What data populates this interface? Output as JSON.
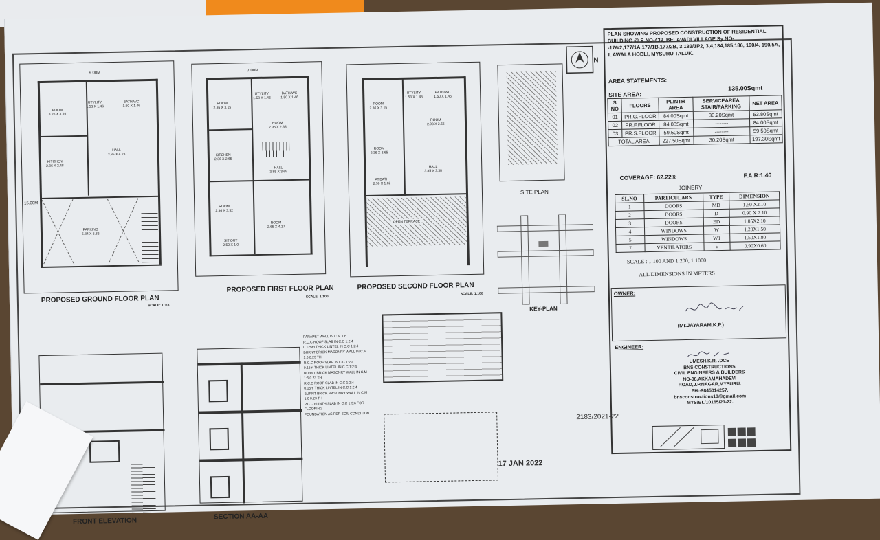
{
  "sheet": {
    "title_block": {
      "heading": "PLAN SHOWING PROPOSED CONSTRUCTION OF RESIDENTIAL BUILDING @ S NO-439, BELAVADI VILLAGE Sy NO--176/2,177/1A,177/1B,177/2B, 3,183/1P2, 3,4,184,185,186, 190/4, 190/5A, ILAWALA HOBLI, MYSURU TALUK.",
      "area_statements": "AREA STATEMENTS:",
      "site_area_label": "SITE AREA:",
      "site_area_value": "135.00Sqmt",
      "area_headers": [
        "S NO",
        "FLOORS",
        "PLINTH AREA",
        "SERVICEAREA STAIR/PARKING",
        "NET AREA"
      ],
      "area_rows": [
        [
          "01",
          "PR.G.FLOOR",
          "84.00Sqmt",
          "30.20Sqmt",
          "53.80Sqmt"
        ],
        [
          "02",
          "PR.F.FLOOR",
          "84.00Sqmt",
          "--------",
          "84.00Sqmt"
        ],
        [
          "03",
          "PR.S.FLOOR",
          "59.50Sqmt",
          "--------",
          "59.50Sqmt"
        ]
      ],
      "total_row": [
        "TOTAL AREA",
        "227.50Sqmt",
        "30.20Sqmt",
        "197.30Sqmt"
      ],
      "coverage": "COVERAGE: 62.22%",
      "far": "F.A.R:1.46",
      "joinery_title": "JOINERY",
      "joinery_headers": [
        "SL.NO",
        "PARTICULARS",
        "TYPE",
        "DIMENSION"
      ],
      "joinery_rows": [
        [
          "1",
          "DOORS",
          "MD",
          "1.50 X2.10"
        ],
        [
          "2",
          "DOORS",
          "D",
          "0.90 X 2.10"
        ],
        [
          "3",
          "DOORS",
          "ED",
          "1.05X2.10"
        ],
        [
          "4",
          "WINDOWS",
          "W",
          "1.20X1.50"
        ],
        [
          "5",
          "WINDOWS",
          "W1",
          "1.50X1.80"
        ],
        [
          "7",
          "VENTILATORS",
          "V",
          "0.90X0.60"
        ]
      ],
      "scale": "SCALE   : 1:100 AND 1:200, 1:1000",
      "dimensions_note": "ALL DIMENSIONS IN METERS",
      "owner_label": "OWNER:",
      "owner_name": "(Mr.JAYARAM.K.P.)",
      "engineer_label": "ENGINEER:",
      "engineer_lines": [
        "UMESH.K.R. .DCE",
        "BNS  CONSTRUCTIONS",
        "CIVIL ENGINEERS & BUILDERS",
        "NO-08,AKKAMAHADEVI",
        "ROAD,J.P.NAGAR,MYSURU.",
        "PH:-9845014257.",
        "bnsconstructions13@gmail.com",
        "MYS/BL/10165/21-22."
      ]
    },
    "plans": {
      "ground": "PROPOSED GROUND FLOOR PLAN",
      "first": "PROPOSED FIRST FLOOR PLAN",
      "second": "PROPOSED SECOND FLOOR PLAN",
      "site": "SITE PLAN",
      "key": "KEY-PLAN",
      "scale_100": "SCALE: 1:100",
      "section": "SECTION AA-AA",
      "front": "FRONT ELEVATION"
    },
    "ground_rooms": [
      {
        "name": "ROOM",
        "size": "3.26 X 3.16"
      },
      {
        "name": "UTYLITY",
        "size": "1.53 X 1.46"
      },
      {
        "name": "BATH/WC",
        "size": "1.50 X 1.46"
      },
      {
        "name": "KITCHEN",
        "size": "2.36 X 2.48"
      },
      {
        "name": "HALL",
        "size": "3.85 X 4.23"
      },
      {
        "name": "PARKING",
        "size": "5.84 X 5.36"
      }
    ],
    "first_rooms": [
      {
        "name": "ROOM",
        "size": "2.36 X 3.15"
      },
      {
        "name": "UTYLITY",
        "size": "1.53 X 1.46"
      },
      {
        "name": "BATH/WC",
        "size": "1.50 X 1.46"
      },
      {
        "name": "ROOM",
        "size": "2.93 X 2.65"
      },
      {
        "name": "KITCHEN",
        "size": "2.36 X 2.65"
      },
      {
        "name": "HALL",
        "size": "3.85 X 3.69"
      },
      {
        "name": "ROOM",
        "size": "2.36 X 3.32"
      },
      {
        "name": "ROOM",
        "size": "2.65 X 4.17"
      },
      {
        "name": "SIT OUT",
        "size": "2.50 X 1.0"
      }
    ],
    "second_rooms": [
      {
        "name": "ROOM",
        "size": "2.86 X 3.15"
      },
      {
        "name": "UTYLITY",
        "size": "1.53 X 1.46"
      },
      {
        "name": "BATH/WC",
        "size": "1.50 X 1.46"
      },
      {
        "name": "ROOM",
        "size": "2.93 X 2.65"
      },
      {
        "name": "ROOM",
        "size": "2.36 X 2.65"
      },
      {
        "name": "HALL",
        "size": "3.85 X 3.38"
      },
      {
        "name": "AT.BATH",
        "size": "2.36 X 1.82"
      },
      {
        "name": "OPEN TERRACE",
        "size": ""
      }
    ],
    "section_notes": [
      "PARAPET WALL IN C.M 1:6",
      "R.C.C ROOF SLAB IN C.C 1:2:4",
      "0.125m THICK LINTEL IN C.C 1:2:4",
      "BURNT BRICK MASONRY WALL IN C.M 1:6 0.23 TH",
      "R.C.C ROOF SLAB IN C.C 1:2:4",
      "0.15m THICK LINTEL IN C.C 1:2:4",
      "BURNT BRICK MASONRY WALL IN C.M 1:6 0.23 TH",
      "R.C.C ROOF SLAB IN C.C 1:2:4",
      "0.15m THICK LINTEL IN C.C 1:2:4",
      "BURNT BRICK MASONRY WALL IN C.M 1:6 0.23 TH",
      "P.C.C PLINTH SLAB IN C.C 1:3:6 FOR FLOORING",
      "FOUNDATION AS PER SOIL CONDITION"
    ],
    "stamp_date": "17 JAN 2022",
    "stamp_ref": "2183/2021-22",
    "site_plan_north": "N",
    "dims": {
      "w9": "9.00M",
      "w7": "7.00M",
      "h15": "15.00M"
    }
  }
}
